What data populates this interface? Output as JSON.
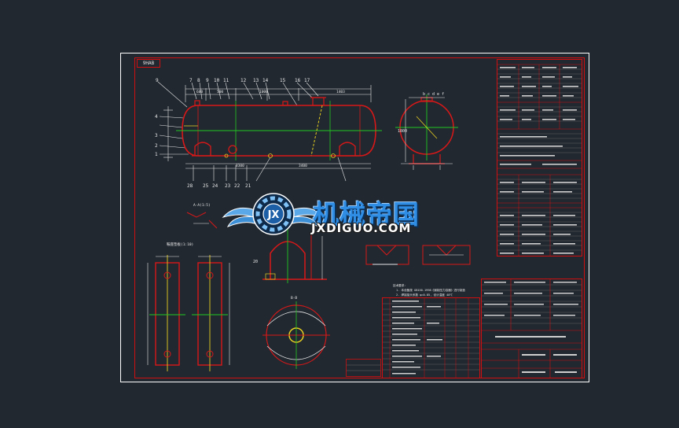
{
  "sheet": {
    "tag": "9HAB",
    "colors": {
      "background": "#212830",
      "sheet_border": "#ffffff",
      "frame": "#d01010",
      "vessel_outline": "#d81818",
      "centerline": "#22c822",
      "dimension_lines": "#ffffff",
      "weld_lines": "#e8d020",
      "accent_lines": "#2aa8c8"
    },
    "balloons_top": [
      "9",
      "7",
      "8",
      "9",
      "10",
      "11",
      "12",
      "13",
      "14",
      "15",
      "16",
      "17"
    ],
    "balloons_bottom": [
      "28",
      "25",
      "24",
      "23",
      "22",
      "21"
    ],
    "balloons_left": [
      "4",
      "3",
      "2",
      "1"
    ]
  },
  "watermark": {
    "title": "机械帝国",
    "subtitle": "JXDIGUO.COM",
    "logo_text": "JX",
    "logo_icon": "gear-wings-logo-icon"
  }
}
